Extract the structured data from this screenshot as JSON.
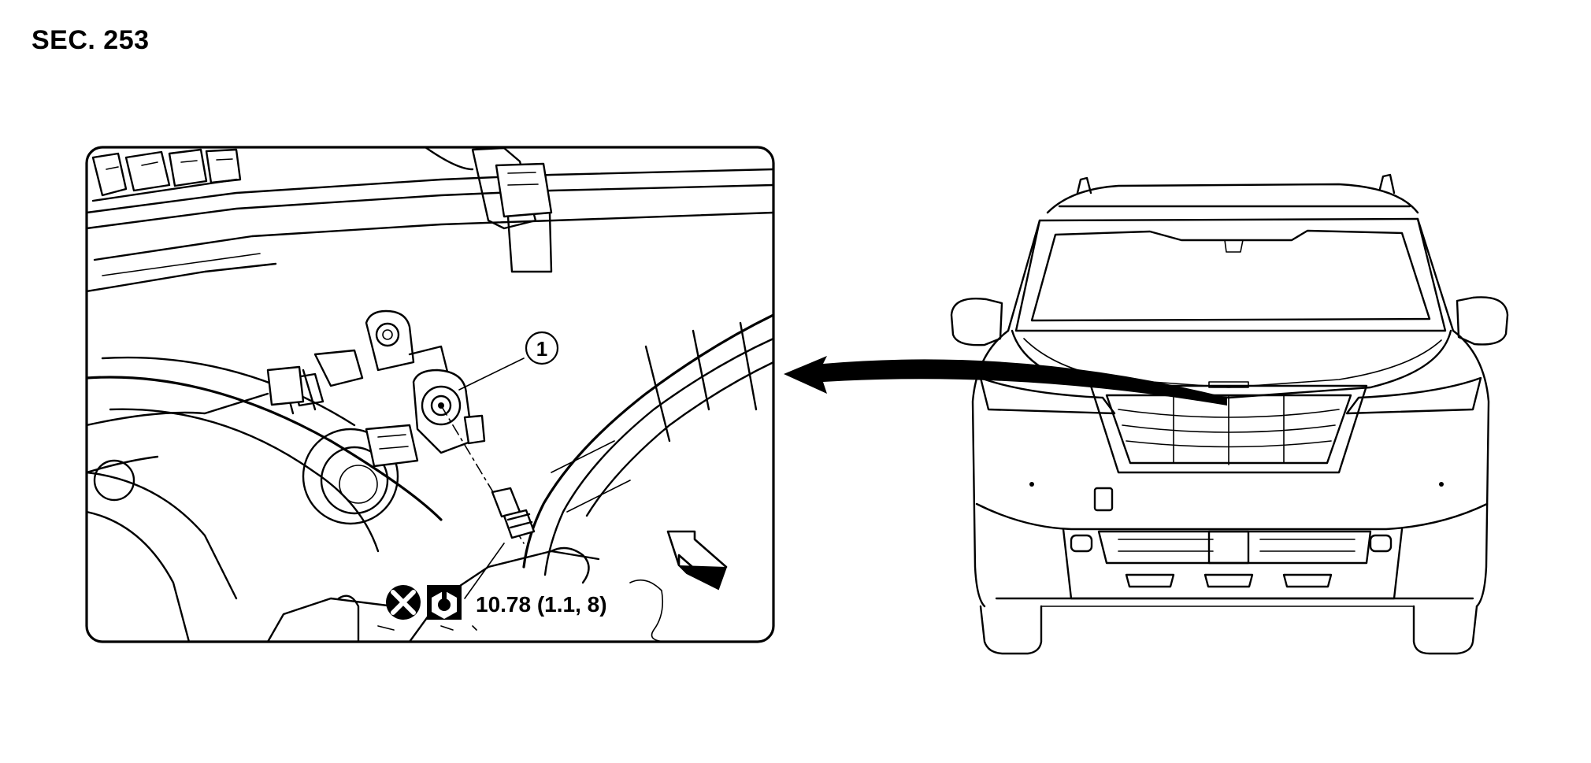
{
  "section_label": "SEC. 253",
  "callout_number": "1",
  "torque_spec": "10.78 (1.1, 8)",
  "icons": {
    "non_reusable": "crossed-circle-icon",
    "torque": "torque-wrench-icon",
    "front_arrow": "front-direction-arrow-icon",
    "location_arrow": "location-arrow-icon"
  },
  "colors": {
    "line": "#000000",
    "background": "#ffffff"
  }
}
